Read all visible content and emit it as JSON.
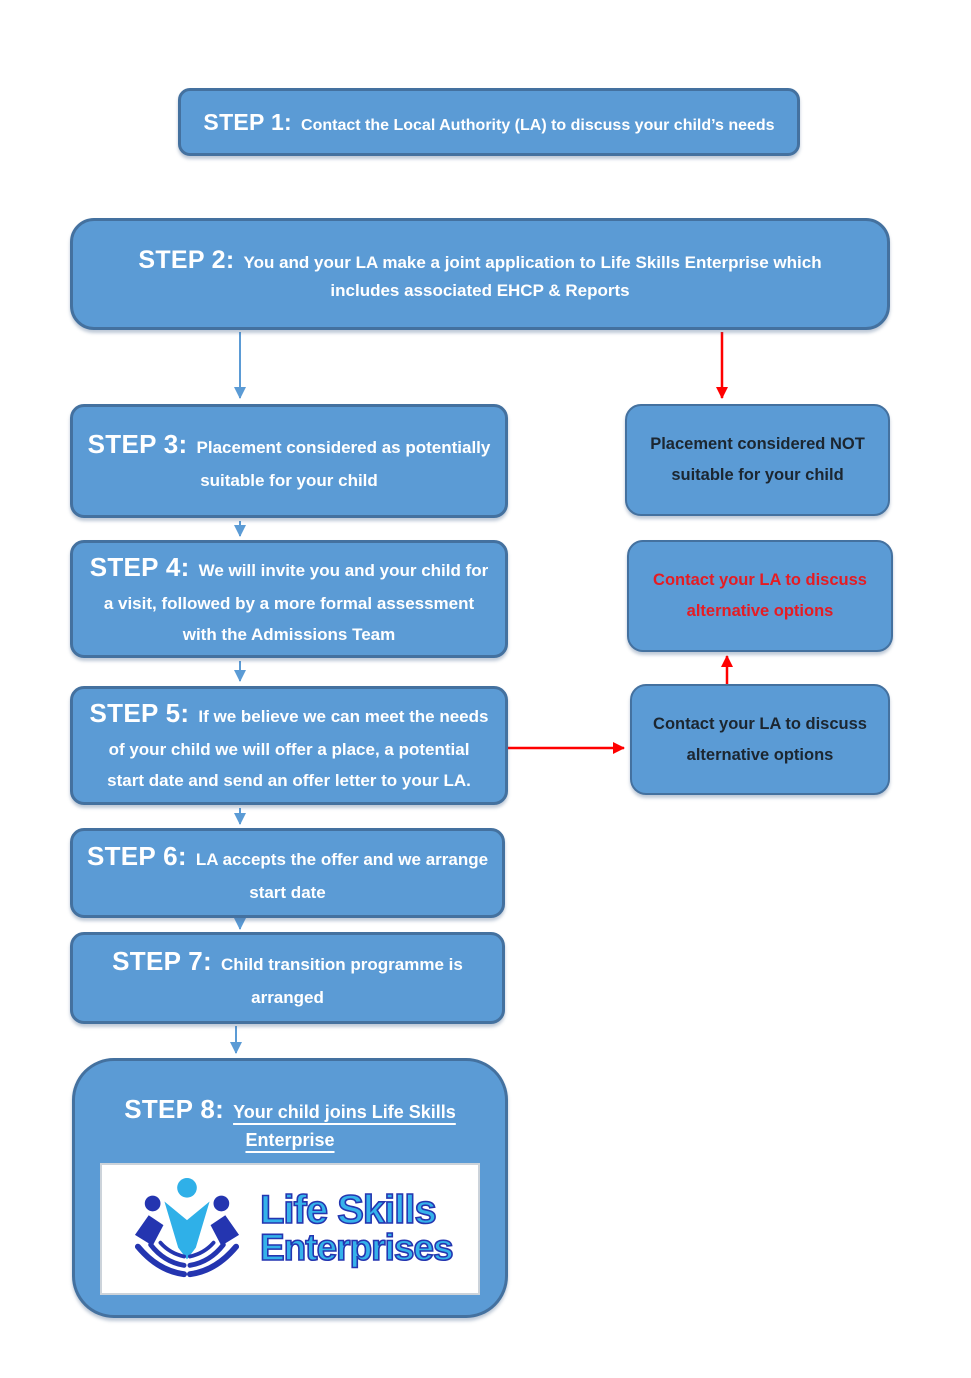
{
  "colors": {
    "box_fill": "#5b9bd5",
    "box_border": "#44719f",
    "arrow_blue": "#5b9bd5",
    "arrow_red": "#ff0000",
    "text_white": "#ffffff",
    "text_dark": "#1c2630",
    "text_red": "#e51c23",
    "logo_light_blue": "#35b2ea",
    "logo_dark_blue": "#2435b0"
  },
  "flow": {
    "step1": {
      "label": "STEP 1:",
      "line1": "Contact the Local Authority (LA) to discuss your child’s needs"
    },
    "step2": {
      "label": "STEP 2:",
      "line1": "You and your LA make a joint application to Life Skills Enterprise which",
      "line2": "includes associated EHCP & Reports"
    },
    "step3": {
      "label": "STEP 3:",
      "line1": "Placement considered as potentially",
      "line2": "suitable for your child"
    },
    "step4": {
      "label": "STEP 4:",
      "line1": "We will invite you and your child for",
      "line2": "a visit, followed by a more formal assessment",
      "line3": "with the Admissions Team"
    },
    "step5": {
      "label": "STEP 5:",
      "line1": "If we believe we can meet the needs",
      "line2": "of your child we will offer a place, a potential",
      "line3": "start date and send an offer letter to your LA."
    },
    "step6": {
      "label": "STEP 6:",
      "line1": "LA accepts the offer and we arrange",
      "line2": "start date"
    },
    "step7": {
      "label": "STEP 7:",
      "line1": "Child transition programme is",
      "line2": "arranged"
    },
    "step8": {
      "label": "STEP 8:",
      "line1": "Your child joins Life Skills",
      "line2": "Enterprise"
    }
  },
  "side": {
    "not_suitable": {
      "line1": "Placement considered NOT",
      "line2": "suitable for your child"
    },
    "contact_red": {
      "line1": "Contact your LA to discuss",
      "line2": "alternative options"
    },
    "contact_dark": {
      "line1": "Contact your LA to discuss",
      "line2": "alternative options"
    }
  },
  "logo": {
    "name_line1": "Life Skills",
    "name_line2": "Enterprises"
  }
}
